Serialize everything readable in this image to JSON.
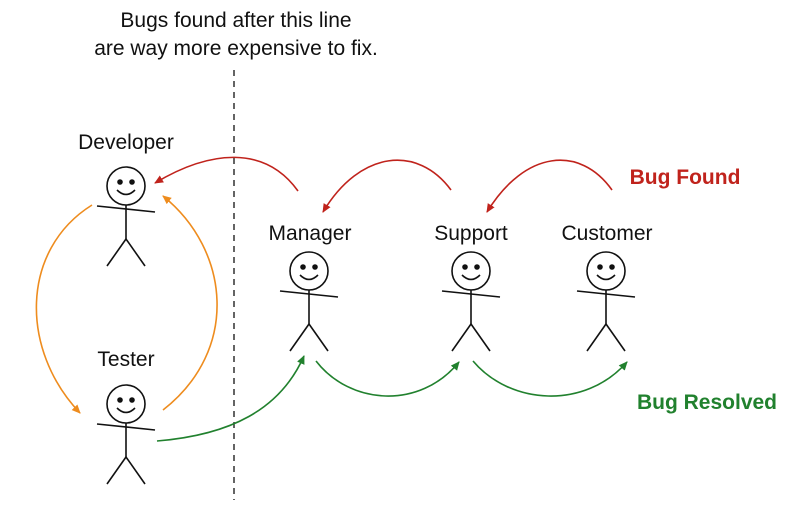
{
  "headline": {
    "line1": "Bugs found after this line",
    "line2": "are way more expensive to fix."
  },
  "actors": {
    "developer": "Developer",
    "tester": "Tester",
    "manager": "Manager",
    "support": "Support",
    "customer": "Customer"
  },
  "status": {
    "bug_found": "Bug Found",
    "bug_resolved": "Bug Resolved"
  },
  "colors": {
    "found": "#C0231C",
    "resolved": "#21812E",
    "internal": "#EE8C1E",
    "ink": "#111111"
  }
}
